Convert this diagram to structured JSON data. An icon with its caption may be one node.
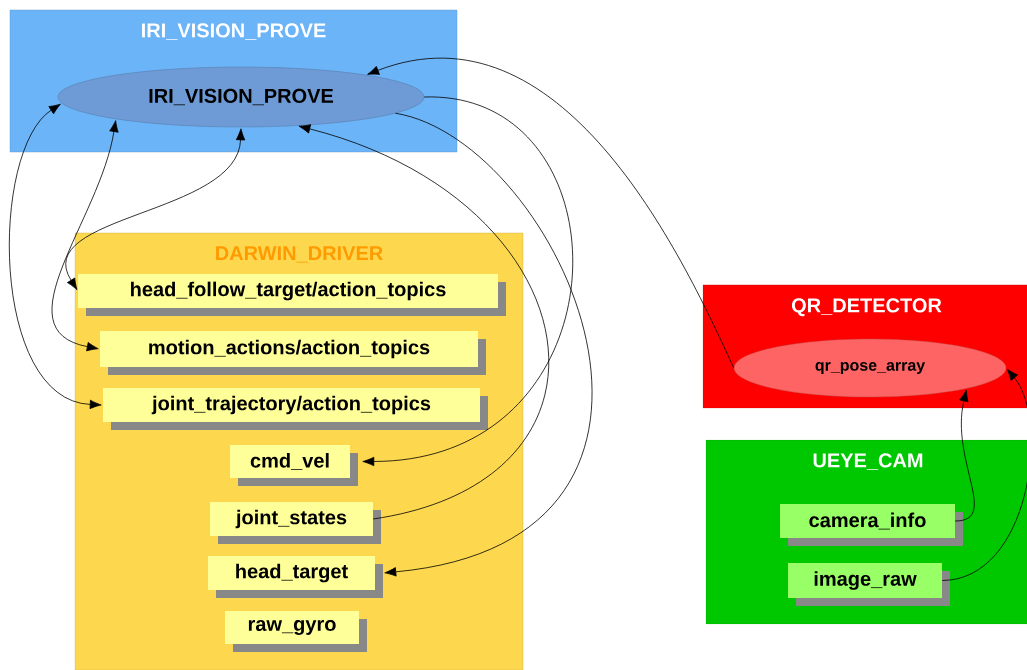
{
  "diagram": {
    "nodes": [
      {
        "text": [
          "IRI_VISION_PROVE"
        ]
      },
      {
        "text": [
          "IRI_VISION_PROVE"
        ],
        "in": 0
      },
      {
        "text": [
          "DARWIN_DRIVER"
        ]
      },
      {
        "text": [
          "head_follow_target/action_topics"
        ],
        "in": 2
      },
      {
        "text": [
          "motion_actions/action_topics"
        ],
        "in": 2
      },
      {
        "text": [
          "joint_trajectory/action_topics"
        ],
        "in": 2
      },
      {
        "text": [
          "cmd_vel"
        ],
        "in": 2
      },
      {
        "text": [
          "joint_states"
        ],
        "in": 2
      },
      {
        "text": [
          "head_target"
        ],
        "in": 2
      },
      {
        "text": [
          "raw_gyro"
        ],
        "in": 2
      },
      {
        "text": [
          "QR_DETECTOR"
        ]
      },
      {
        "text": [
          "qr_pose_array"
        ],
        "in": 10
      },
      {
        "text": [
          "UEYE_CAM"
        ]
      },
      {
        "text": [
          "camera_info"
        ],
        "in": 12
      },
      {
        "text": [
          "image_raw"
        ],
        "in": 12
      }
    ],
    "edges": [
      {
        "from": 1,
        "to": 3,
        "arrow": "both"
      },
      {
        "from": 1,
        "to": 4,
        "arrow": "both"
      },
      {
        "from": 1,
        "to": 5,
        "arrow": "both"
      },
      {
        "from": 1,
        "to": 6,
        "arrow": "to"
      },
      {
        "from": 7,
        "to": 1,
        "arrow": "to"
      },
      {
        "from": 1,
        "to": 8,
        "arrow": "to"
      },
      {
        "from": 11,
        "to": 1,
        "arrow": "to"
      },
      {
        "from": 13,
        "to": 11,
        "arrow": "to"
      },
      {
        "from": 14,
        "to": 11,
        "arrow": "to"
      }
    ]
  }
}
